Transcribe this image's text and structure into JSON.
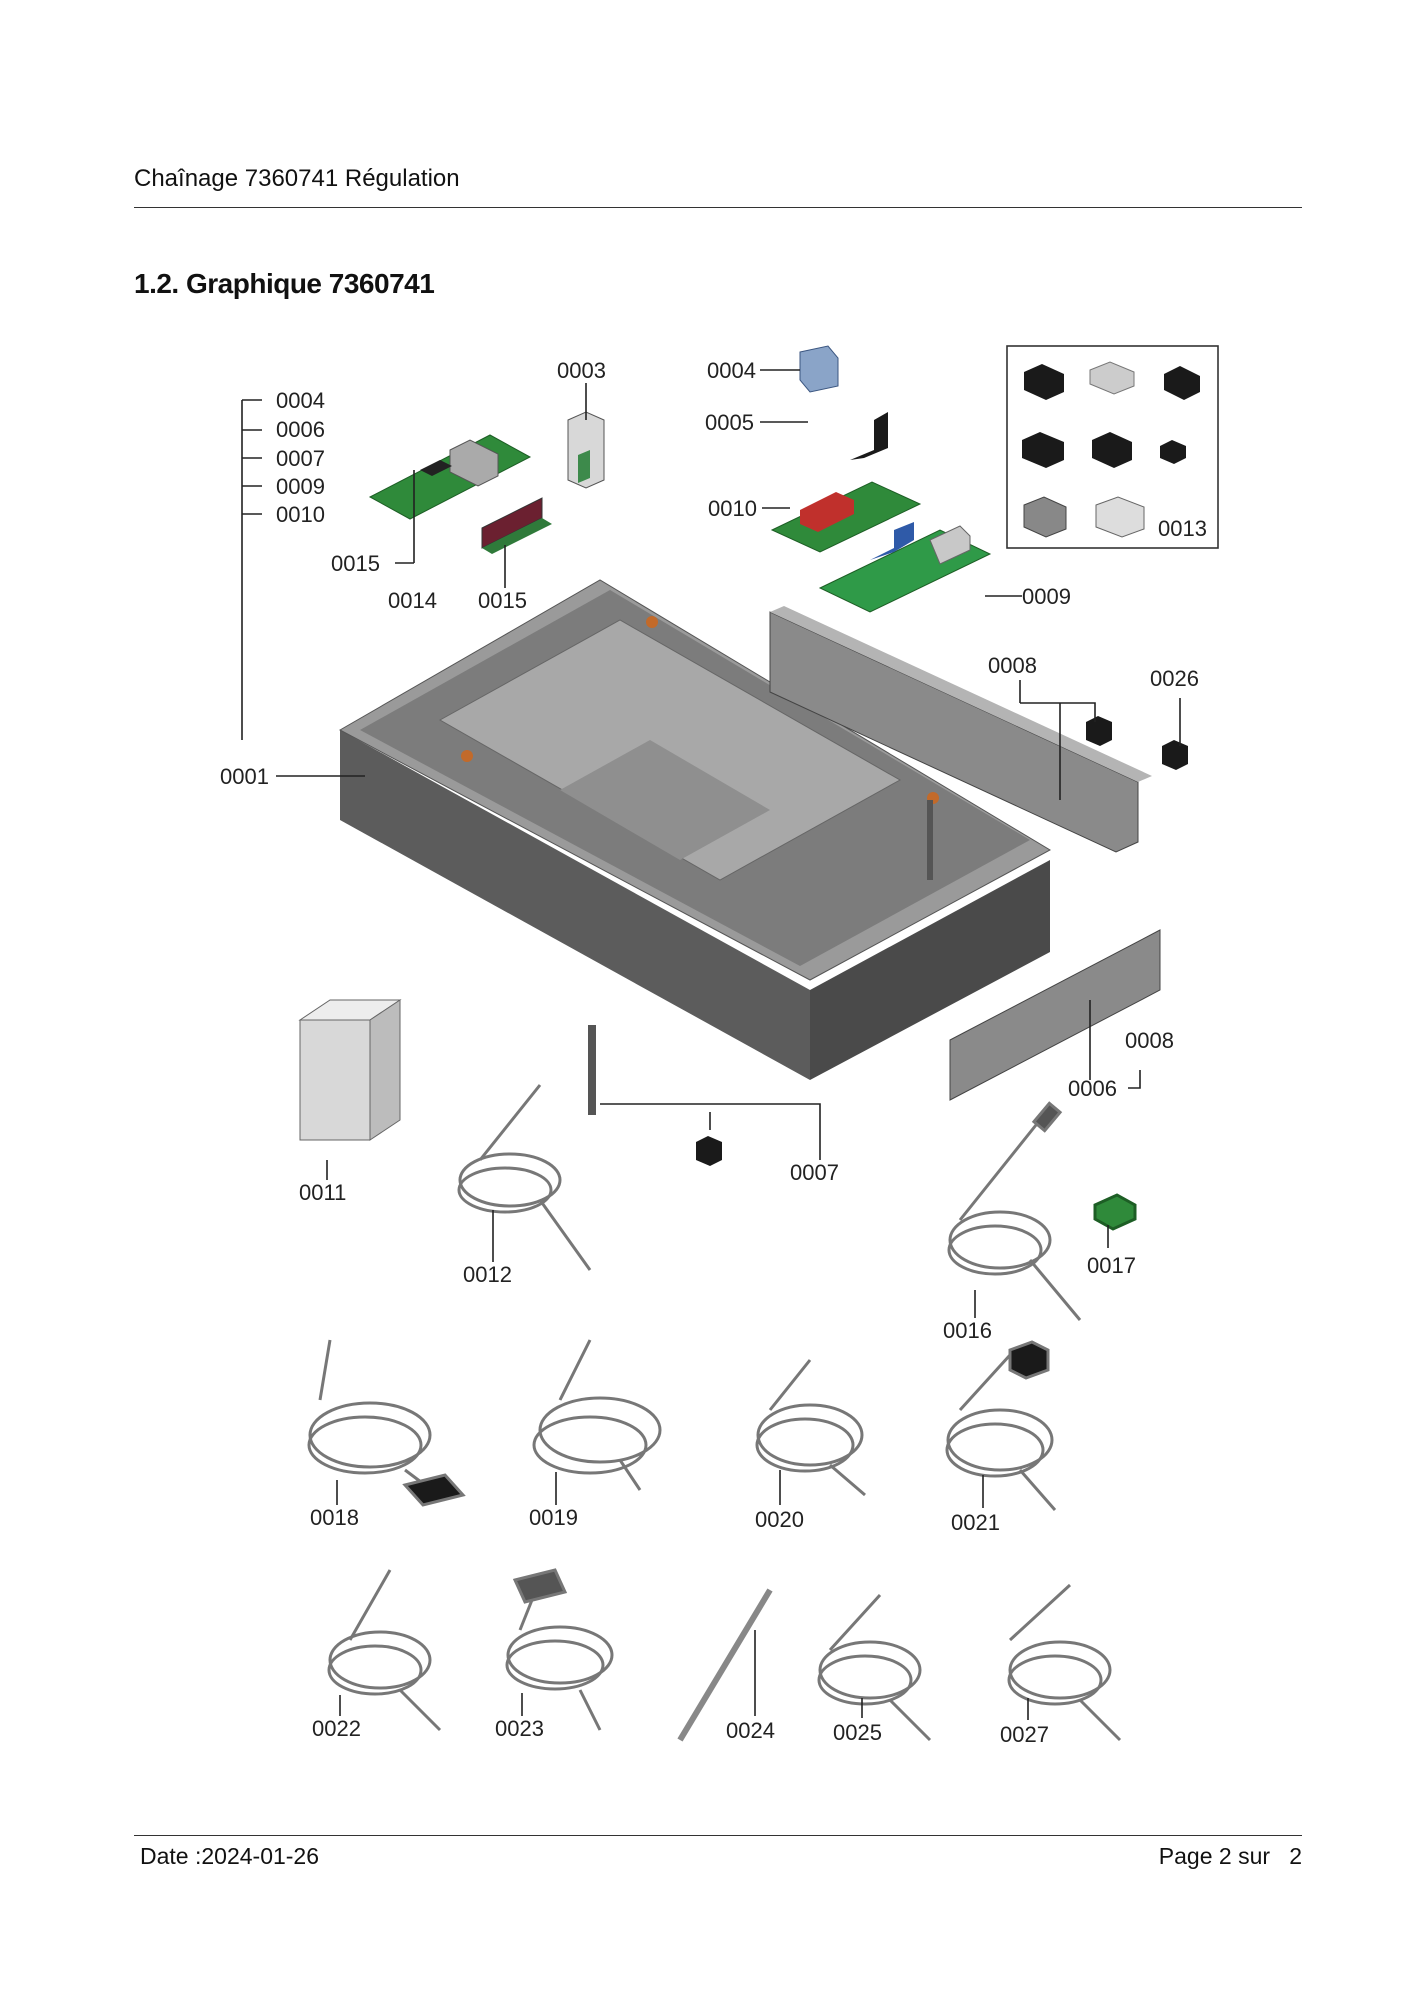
{
  "header": {
    "title": "Chaînage 7360741 Régulation"
  },
  "section": {
    "title": "1.2. Graphique 7360741"
  },
  "callouts": {
    "c0001": "0001",
    "c0003": "0003",
    "c0004a": "0004",
    "c0006a": "0006",
    "c0007a": "0007",
    "c0009a": "0009",
    "c0010a": "0010",
    "c0004b": "0004",
    "c0005": "0005",
    "c0010b": "0010",
    "c0009b": "0009",
    "c0013": "0013",
    "c0014": "0014",
    "c0015a": "0015",
    "c0015b": "0015",
    "c0008a": "0008",
    "c0026": "0026",
    "c0008b": "0008",
    "c0006b": "0006",
    "c0007b": "0007",
    "c0011": "0011",
    "c0012": "0012",
    "c0016": "0016",
    "c0017": "0017",
    "c0018": "0018",
    "c0019": "0019",
    "c0020": "0020",
    "c0021": "0021",
    "c0022": "0022",
    "c0023": "0023",
    "c0024": "0024",
    "c0025": "0025",
    "c0027": "0027"
  },
  "footer": {
    "date": "Date :2024-01-26",
    "page_prefix": "Page 2 sur",
    "page_total": "2"
  }
}
